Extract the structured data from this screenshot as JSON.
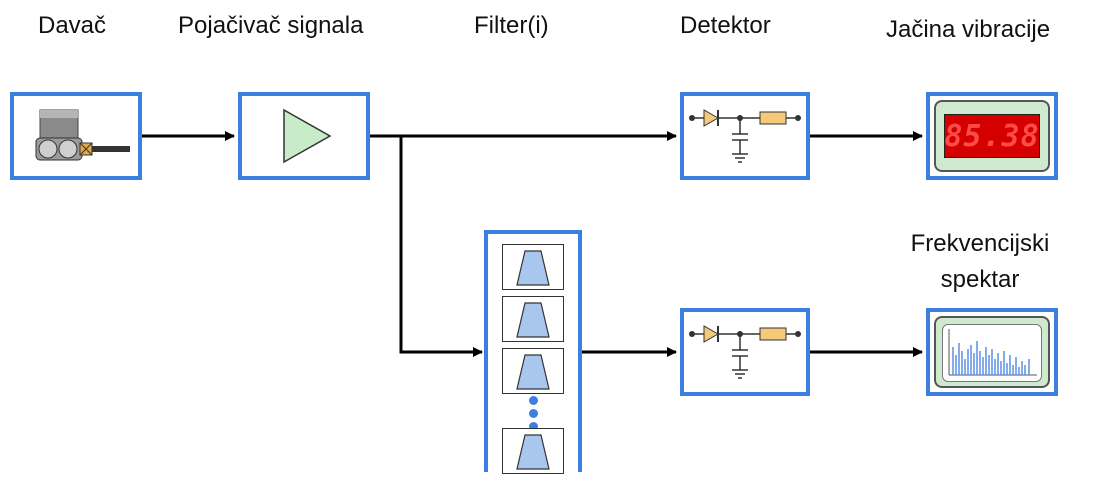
{
  "labels": {
    "sensor": "Davač",
    "amplifier": "Pojačivač signala",
    "filters": "Filter(i)",
    "detector": "Detektor",
    "vibration_level": "Jačina vibracije",
    "spectrum_line1": "Frekvencijski",
    "spectrum_line2": "spektar"
  },
  "readout": {
    "value": "85.38"
  },
  "colors": {
    "box_border": "#3b7fe0",
    "amplifier_fill": "#c8ecc8",
    "display_bg": "#cfe9cf",
    "lcd_red": "#d40000",
    "filter_fill": "#a9c6ee",
    "diode_fill": "#f5c97a",
    "spectrum_bars": "#5a8fe8"
  },
  "icons": {
    "sensor": "accelerometer-icon",
    "amplifier": "triangle-amplifier-icon",
    "detector": "diode-rc-circuit-icon",
    "filter": "bandpass-filter-icon",
    "spectrum": "spectrum-bars-icon"
  }
}
